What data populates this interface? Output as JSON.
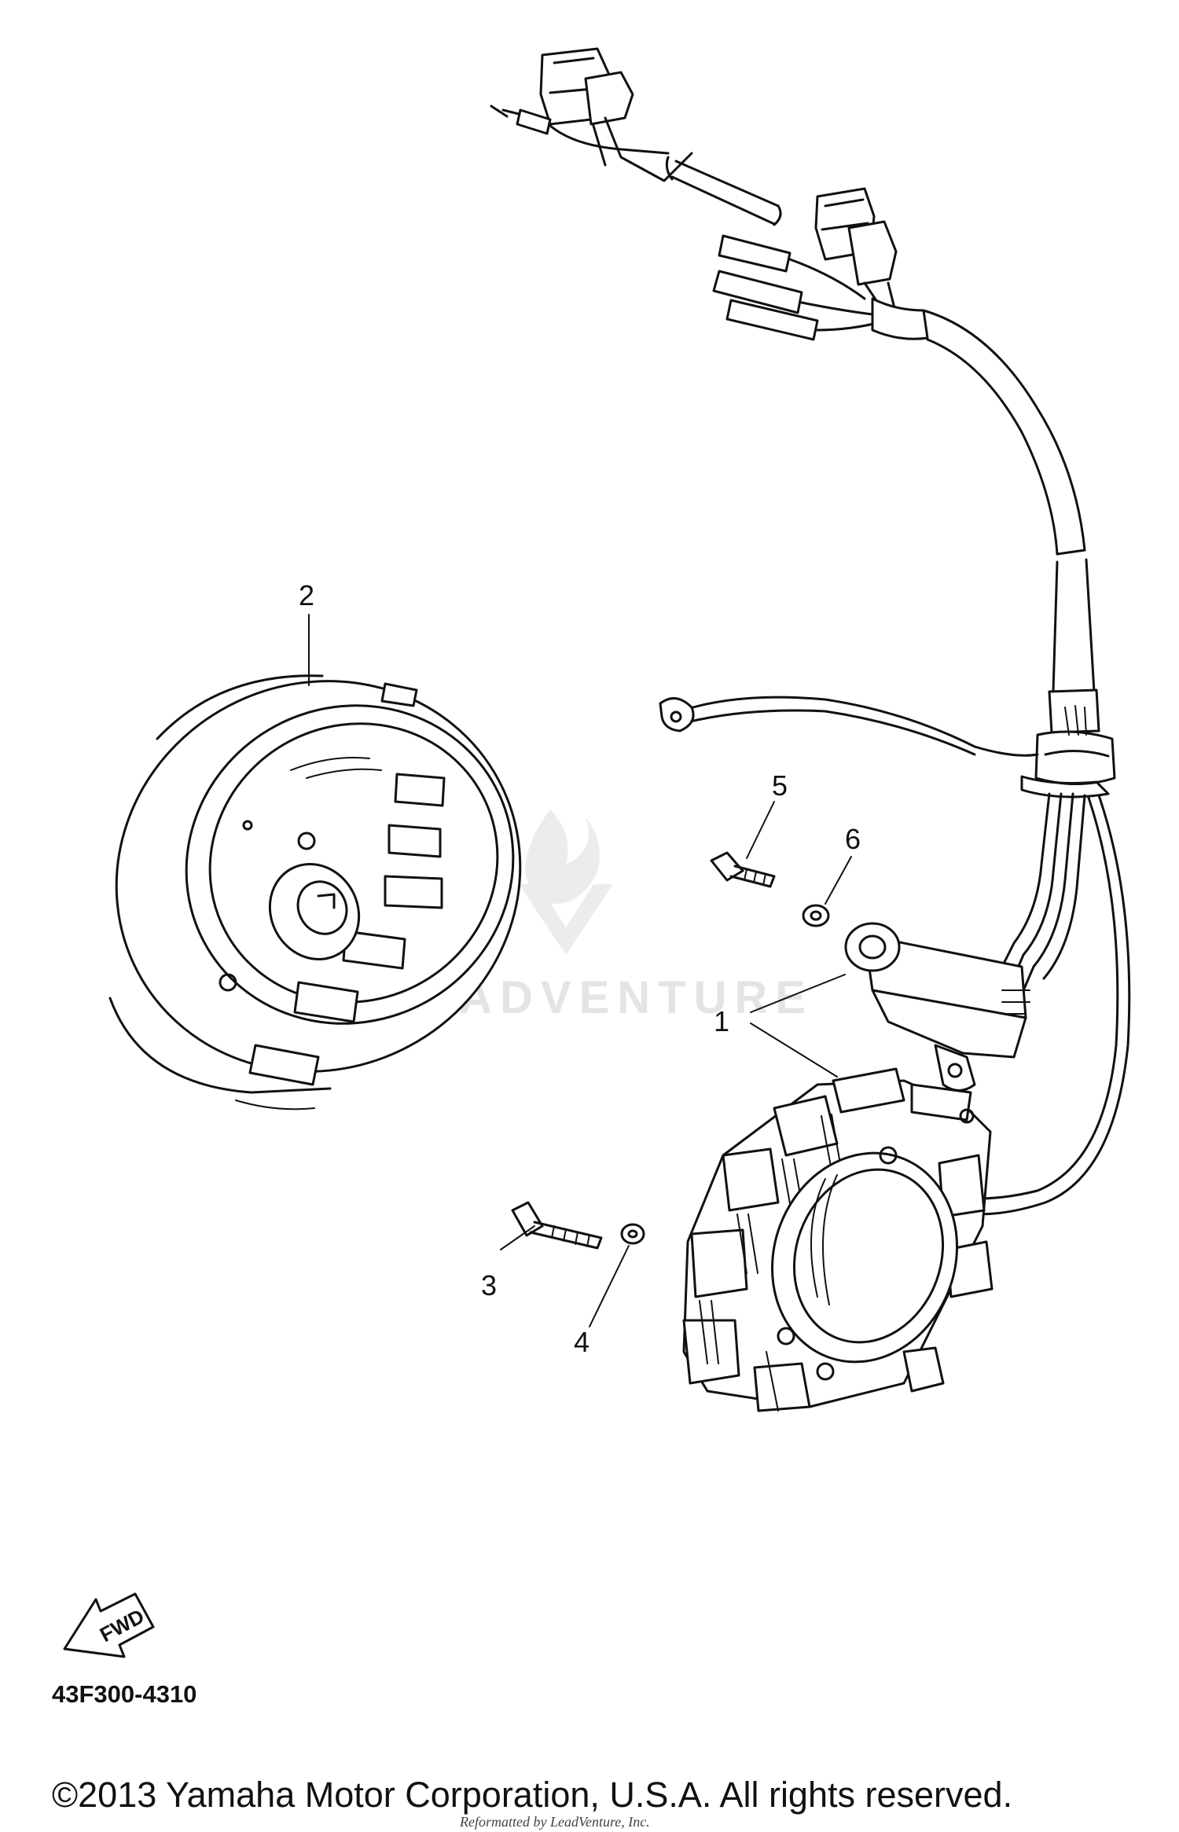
{
  "diagram": {
    "callouts": [
      {
        "id": "1",
        "label": "1"
      },
      {
        "id": "2",
        "label": "2"
      },
      {
        "id": "3",
        "label": "3"
      },
      {
        "id": "4",
        "label": "4"
      },
      {
        "id": "5",
        "label": "5"
      },
      {
        "id": "6",
        "label": "6"
      }
    ],
    "direction_label": "FWD",
    "diagram_code": "43F300-4310"
  },
  "footer": {
    "copyright": "©2013 Yamaha Motor Corporation, U.S.A. All rights reserved.",
    "credit": "Reformatted by LeadVenture, Inc."
  },
  "watermark": {
    "text": "LEADVENTURE"
  }
}
